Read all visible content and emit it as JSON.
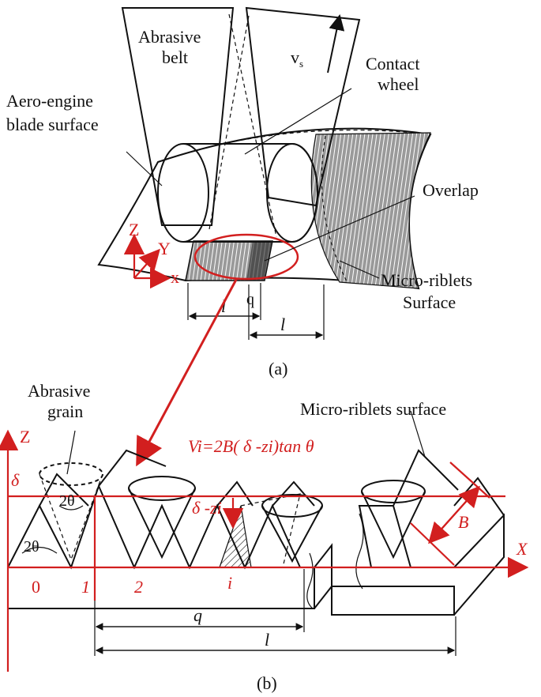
{
  "figure_a": {
    "caption": "(a)",
    "belt_label_line1": "Abrasive",
    "belt_label_line2": "belt",
    "velocity_label": "v",
    "velocity_sub": "s",
    "wheel_label_line1": "Contact",
    "wheel_label_line2": "wheel",
    "blade_label_line1": "Aero-engine",
    "blade_label_line2": "blade surface",
    "overlap_label": "Overlap",
    "riblets_label_line1": "Micro-riblets",
    "riblets_label_line2": "Surface",
    "axis_z": "Z",
    "axis_y": "Y",
    "axis_x": "x",
    "dim_l1": "l",
    "dim_q": "q",
    "dim_l2": "l"
  },
  "figure_b": {
    "caption": "(b)",
    "grain_label_line1": "Abrasive",
    "grain_label_line2": "grain",
    "surface_label": "Micro-riblets surface",
    "axis_z": "Z",
    "axis_x": "X",
    "delta_label": "δ",
    "formula": "Vi=2B( δ -zi)tan θ",
    "angle_inner": "2θ",
    "angle_outer": "2θ",
    "depth_label": "δ -zi",
    "width_label": "B",
    "index_0": "0",
    "index_1": "1",
    "index_2": "2",
    "index_i": "i",
    "dim_q": "q",
    "dim_l": "l"
  },
  "colors": {
    "accent_red": "#d21f1f",
    "line_black": "#111111"
  }
}
